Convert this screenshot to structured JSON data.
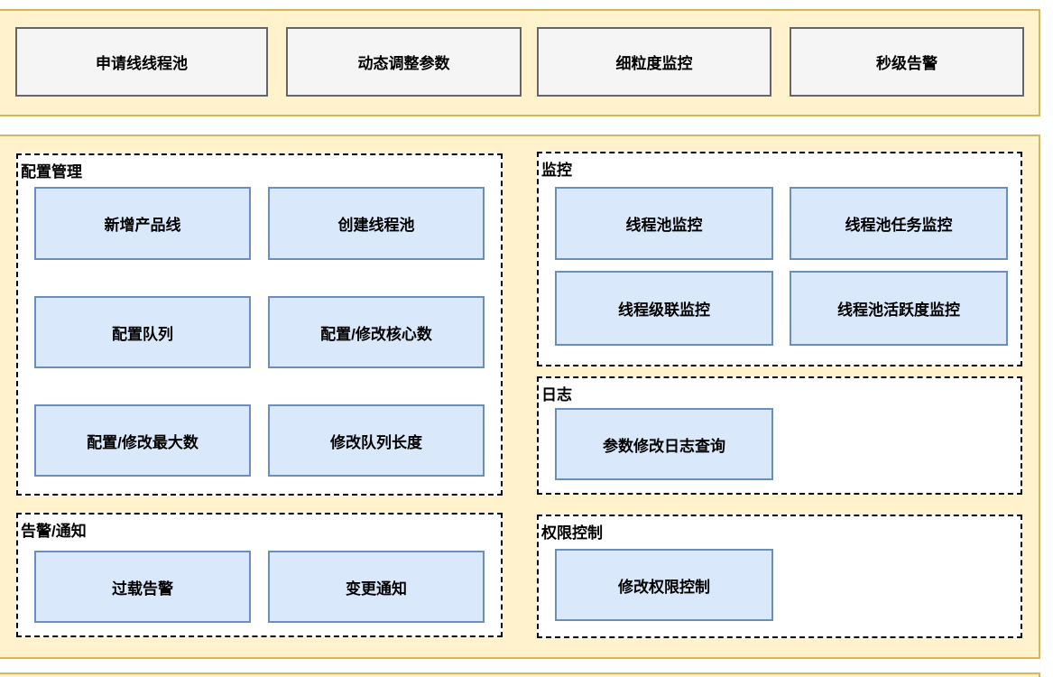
{
  "diagram": {
    "top_features": [
      "申请线线程池",
      "动态调整参数",
      "细粒度监控",
      "秒级告警"
    ],
    "groups": {
      "config": {
        "title": "配置管理",
        "buttons": [
          "新增产品线",
          "创建线程池",
          "配置队列",
          "配置/修改核心数",
          "配置/修改最大数",
          "修改队列长度"
        ]
      },
      "alert": {
        "title": "告警/通知",
        "buttons": [
          "过载告警",
          "变更通知"
        ]
      },
      "monitor": {
        "title": "监控",
        "buttons": [
          "线程池监控",
          "线程池任务监控",
          "线程级联监控",
          "线程池活跃度监控"
        ]
      },
      "log": {
        "title": "日志",
        "buttons": [
          "参数修改日志查询"
        ]
      },
      "permission": {
        "title": "权限控制",
        "buttons": [
          "修改权限控制"
        ]
      }
    },
    "colors": {
      "band_fill": "#fff2cc",
      "band_border": "#d6b656",
      "group_border": "#000000",
      "group_fill": "#ffffff",
      "feature_fill": "#f5f5f5",
      "feature_border": "#666666",
      "action_fill": "#dae8fc",
      "action_border": "#6c8ebf",
      "text": "#000000"
    }
  }
}
